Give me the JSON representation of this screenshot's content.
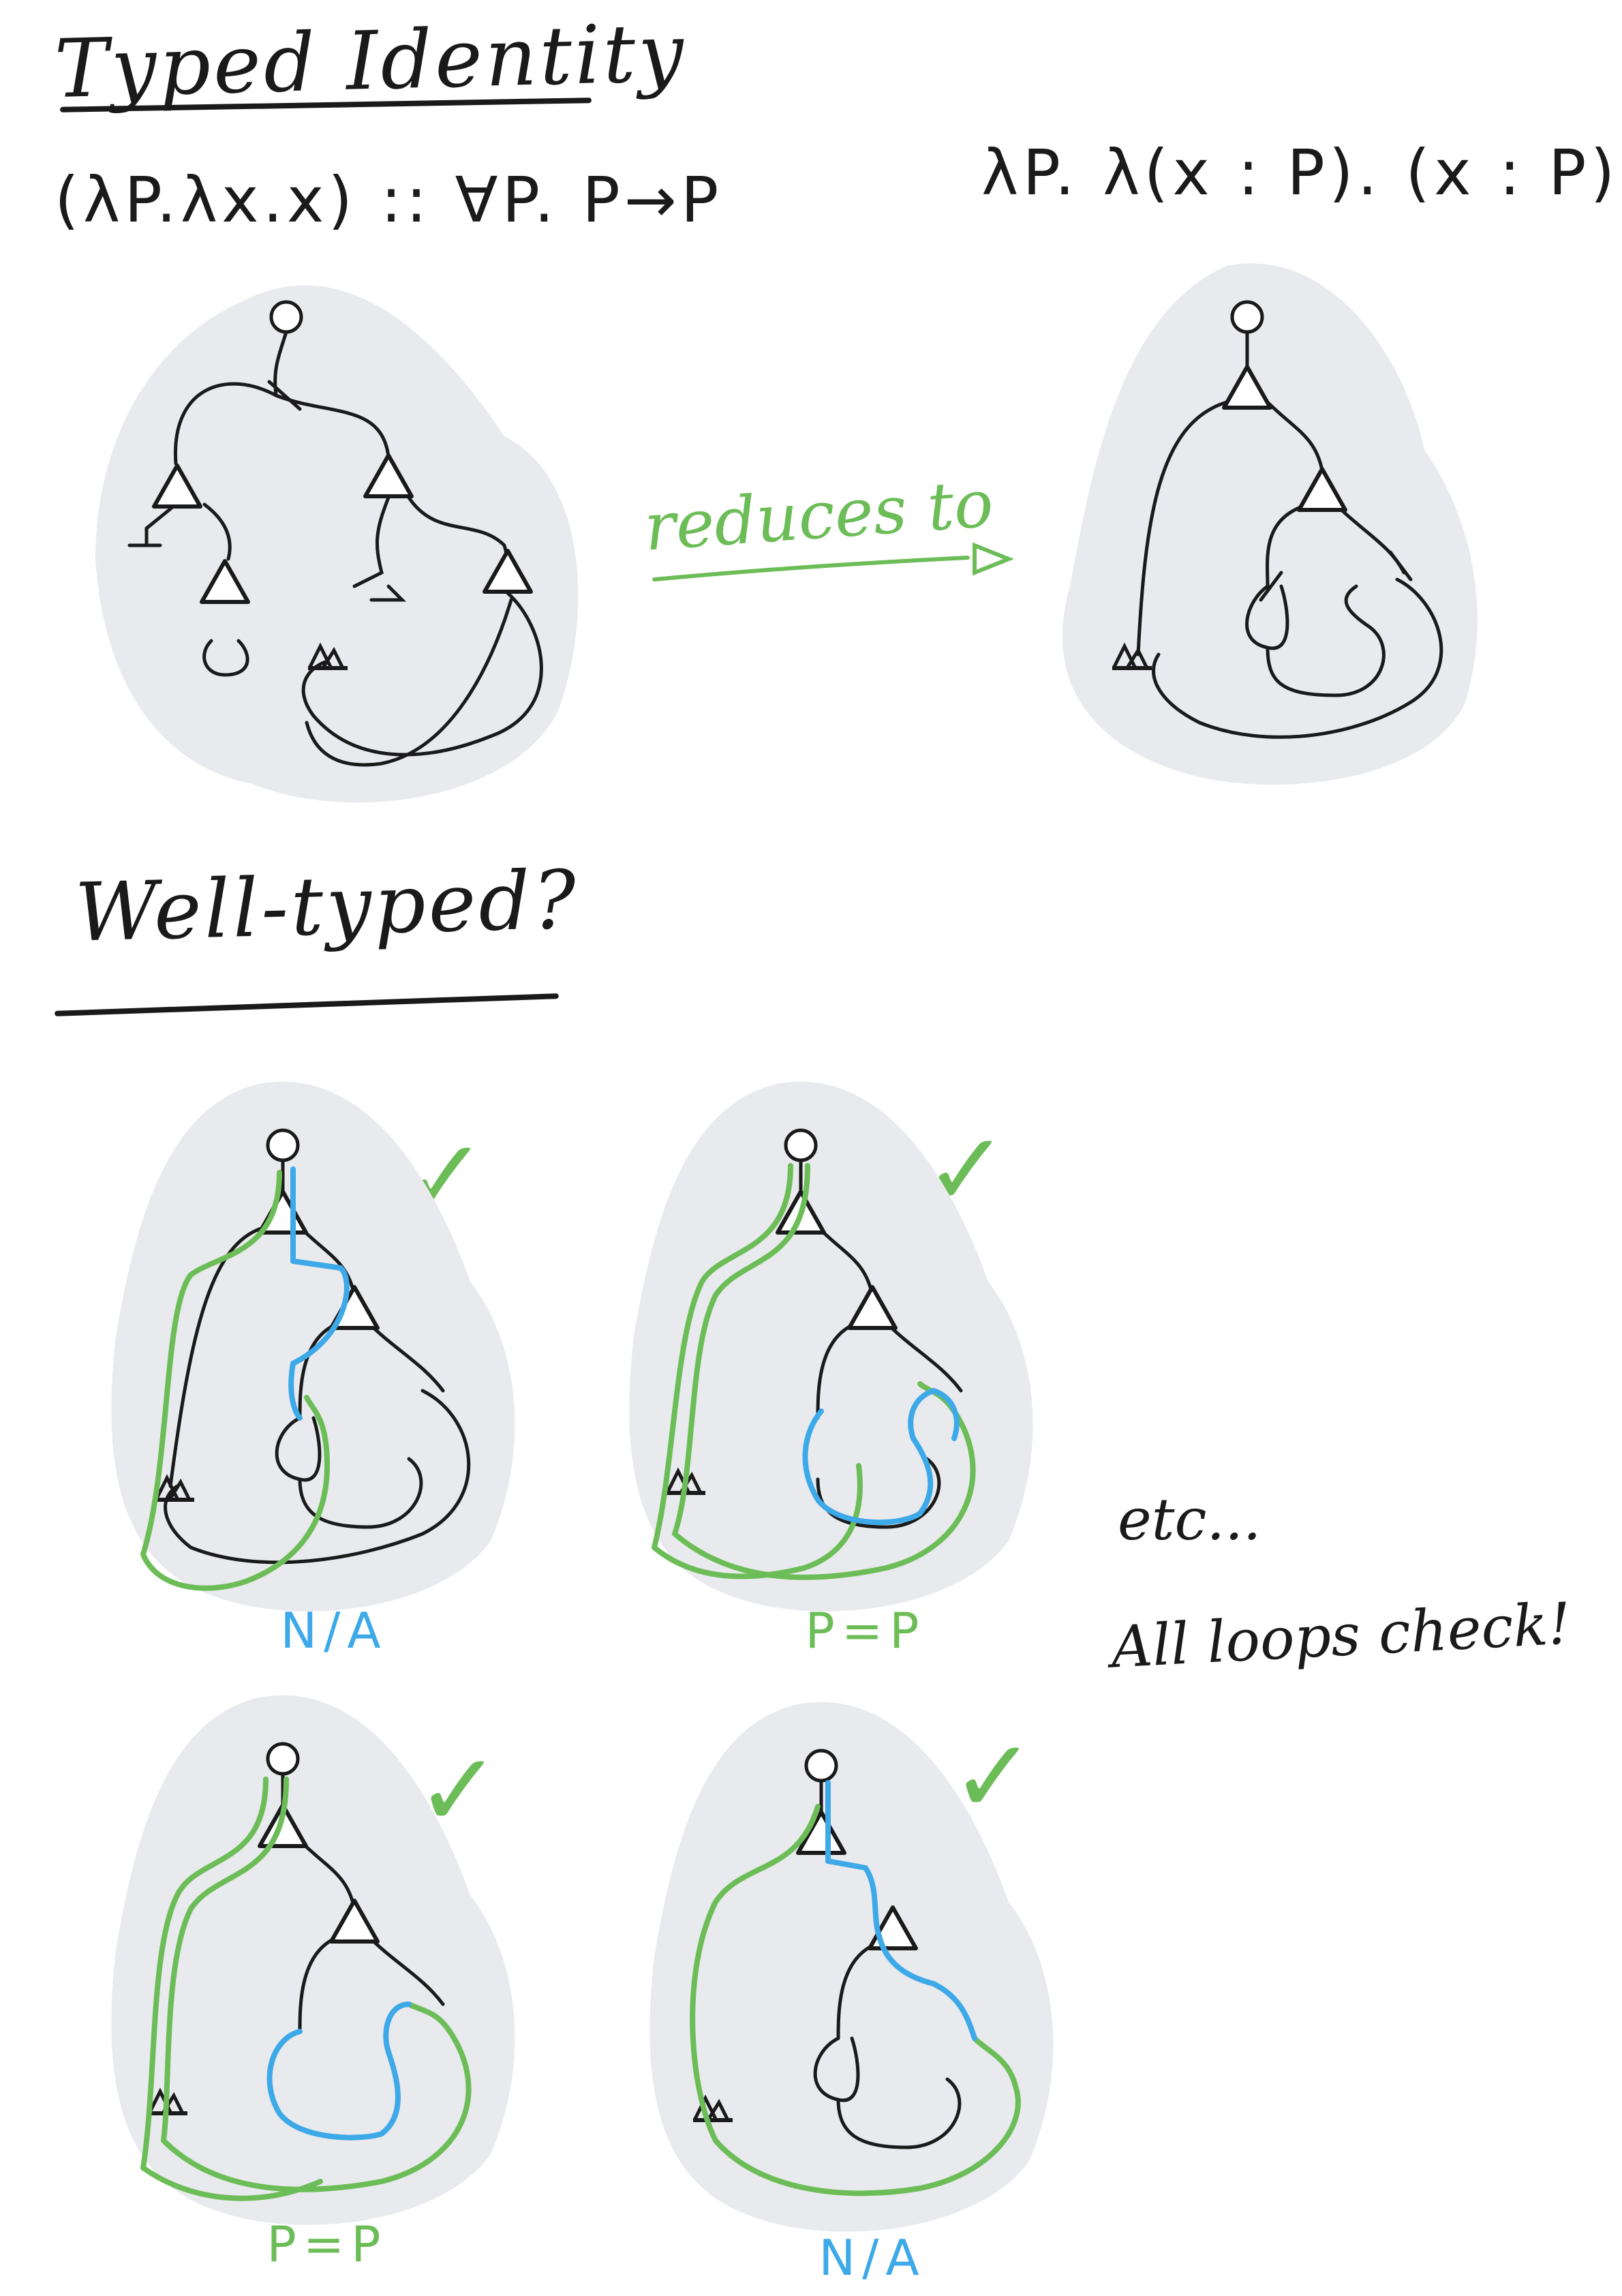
{
  "title": "Typed Identity",
  "formula_left": "(λP.λx.x) :: ∀P. P→P",
  "formula_right": "λP. λ(x : P). (x : P)",
  "reduction_label": "reduces to",
  "section_title": "Well-typed?",
  "checks": [
    {
      "mark": "✓",
      "label": "N/A"
    },
    {
      "mark": "✓",
      "label": "P=P"
    },
    {
      "mark": "✓",
      "label": "P=P"
    },
    {
      "mark": "✓",
      "label": "N/A"
    }
  ],
  "notes": {
    "etc": "etc...",
    "summary": "All loops check!"
  },
  "colors": {
    "ink": "#1a1a1a",
    "blob": "#e9eaee",
    "green": "#6cbd57",
    "blue": "#3da9e8"
  }
}
